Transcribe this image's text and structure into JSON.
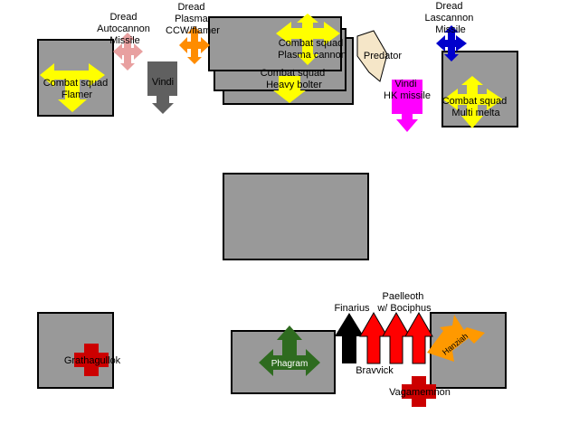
{
  "terrain_color": "#999999",
  "labels": {
    "dread_autocannon": [
      "Dread",
      "Autocannon",
      "Missile"
    ],
    "dread_plasma": [
      "Dread",
      "Plasma",
      "CCW/flamer"
    ],
    "dread_lascannon": [
      "Dread",
      "Lascannon",
      "Missile"
    ],
    "combat_squad_flamer": [
      "Combat squad",
      "Flamer"
    ],
    "vindi_left": "Vindi",
    "combat_squad_plasma": [
      "Combat squad",
      "Plasma cannon"
    ],
    "combat_squad_heavy": [
      "Combat squad",
      "Heavy bolter"
    ],
    "predator": "Predator",
    "vindi_hk": [
      "Vindi",
      "HK missile"
    ],
    "combat_squad_melta": [
      "Combat squad",
      "Multi melta"
    ],
    "grathagullok": "Grathagullok",
    "phagram": "Phagram",
    "finarius": "Finarius",
    "paelleoth": [
      "Paelleoth",
      "w/ Bociphus"
    ],
    "bravvick": "Bravvick",
    "hanziah": "Hanziah",
    "vagamemnon": "Vagamemnon"
  },
  "unit_colors": {
    "squad": "#ffff00",
    "dread_autocannon": "#e8a0a0",
    "dread_plasma": "#ff8c00",
    "dread_lascannon": "#0000cc",
    "vindi_left": "#606060",
    "predator": "#f5e6c8",
    "vindi_hk": "#ff00ff",
    "red": "#cc0000",
    "bright_red": "#ff0000",
    "phagram": "#2e6b1f",
    "hanziah": "#ff9900",
    "black": "#000000"
  }
}
